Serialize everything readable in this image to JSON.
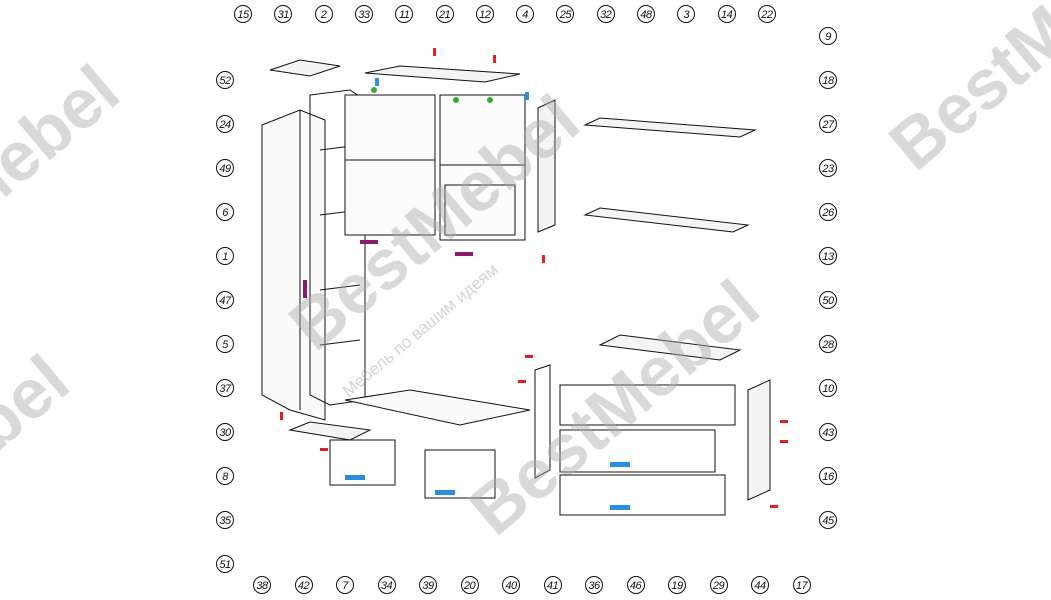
{
  "diagram": {
    "callouts_top": [
      "15",
      "31",
      "2",
      "33",
      "11",
      "21",
      "12",
      "4",
      "25",
      "32",
      "48",
      "3",
      "14",
      "22"
    ],
    "callouts_left": [
      "52",
      "24",
      "49",
      "6",
      "1",
      "47",
      "5",
      "37",
      "30",
      "8",
      "35",
      "51"
    ],
    "callouts_right": [
      "9",
      "18",
      "27",
      "23",
      "26",
      "13",
      "50",
      "28",
      "10",
      "43",
      "16",
      "45"
    ],
    "callouts_bottom": [
      "38",
      "42",
      "7",
      "34",
      "39",
      "20",
      "40",
      "41",
      "36",
      "46",
      "19",
      "29",
      "44",
      "17"
    ]
  },
  "watermark": {
    "brand": "BestMebel",
    "tagline": "Мебель по вашим идеям"
  },
  "colors": {
    "line": "#111111",
    "fitting_red": "#e02020",
    "fitting_blue": "#2a8fe0",
    "handle_purple": "#8a1a6a",
    "fitting_green": "#30b030",
    "logo_orange": "#ffd9a0",
    "logo_green": "#9be0b0"
  }
}
